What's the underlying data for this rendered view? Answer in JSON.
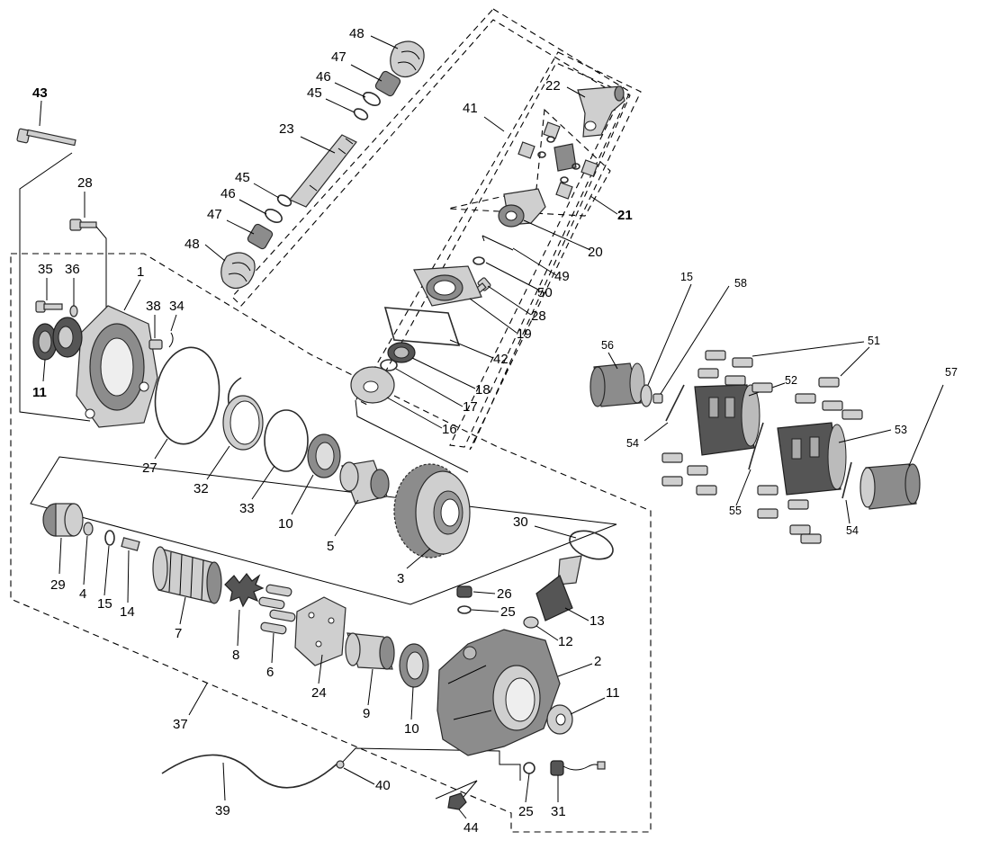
{
  "labels": {
    "l43": "43",
    "l28a": "28",
    "l35": "35",
    "l36": "36",
    "l1": "1",
    "l38": "38",
    "l34": "34",
    "l11a": "11",
    "l27": "27",
    "l32": "32",
    "l33": "33",
    "l10a": "10",
    "l5": "5",
    "l3": "3",
    "l48a": "48",
    "l47a": "47",
    "l46a": "46",
    "l45a": "45",
    "l23": "23",
    "l45b": "45",
    "l46b": "46",
    "l47b": "47",
    "l48b": "48",
    "l41": "41",
    "l22": "22",
    "l21": "21",
    "l20": "20",
    "l49": "49",
    "l50": "50",
    "l28b": "28",
    "l19": "19",
    "l42": "42",
    "l18": "18",
    "l17": "17",
    "l16": "16",
    "l29": "29",
    "l4": "4",
    "l15a": "15",
    "l14": "14",
    "l7": "7",
    "l8": "8",
    "l6": "6",
    "l24": "24",
    "l9": "9",
    "l10b": "10",
    "l30": "30",
    "l26": "26",
    "l25a": "25",
    "l13": "13",
    "l12": "12",
    "l2": "2",
    "l11b": "11",
    "l37": "37",
    "l39": "39",
    "l40": "40",
    "l44": "44",
    "l25b": "25",
    "l31": "31",
    "l15b": "15",
    "l58": "58",
    "l56": "56",
    "l51": "51",
    "l52": "52",
    "l57": "57",
    "l54a": "54",
    "l53": "53",
    "l55": "55",
    "l54b": "54"
  }
}
